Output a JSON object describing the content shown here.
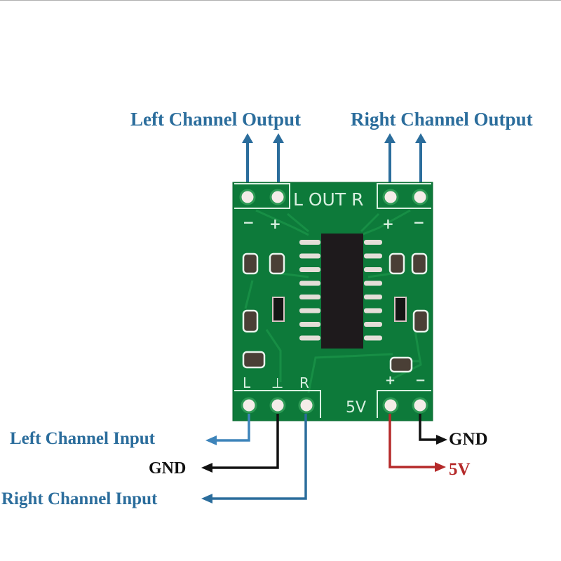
{
  "diagram": {
    "title": "PAM8403 Mini Amplifier Board Pinout",
    "colors": {
      "signal": "#2b6d9c",
      "ground": "#111111",
      "power": "#b52a2a",
      "pcb": "#0d7a3a",
      "chip": "#1e1a1c"
    },
    "labels": {
      "left_output": "Left Channel Output",
      "right_output": "Right Channel Output",
      "left_input": "Left Channel Input",
      "gnd_input": "GND",
      "right_input": "Right Channel Input",
      "gnd_power": "GND",
      "power_5v": "5V"
    },
    "silkscreen": {
      "out_label": "L OUT R",
      "out_left_minus": "−",
      "out_left_plus": "+",
      "out_right_plus": "+",
      "out_right_minus": "−",
      "in_l": "L",
      "in_gnd": "⊥",
      "in_r": "R",
      "power_label": "5V",
      "power_plus": "+",
      "power_minus": "−"
    }
  }
}
